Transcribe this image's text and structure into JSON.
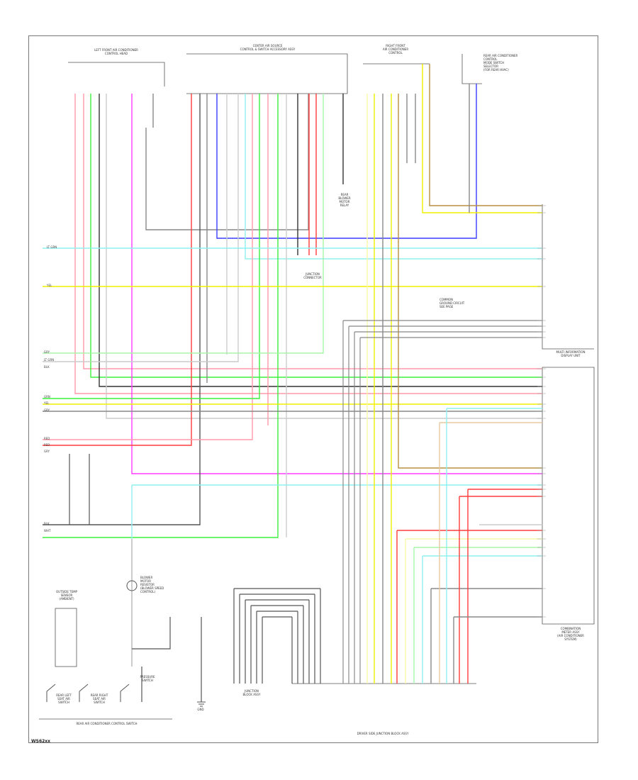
{
  "diagram": {
    "components": {
      "left_front_hvac": "LEFT FRONT AIR CONDITIONER\nCONTROL HEAD",
      "center_hvac": "CENTER AIR SOURCE\nCONTROL & SWITCH ACCESSORY ASSY",
      "right_front_hvac": "RIGHT FRONT\nAIR CONDITIONER\nCONTROL",
      "mode_motor": "REAR AIR CONDITIONER\nCONTROL\nMODE SWITCH\nSELECTOR\n(FOR REAR HVAC)",
      "blower_relay": "REAR\nBLOWER\nMOTOR\nRELAY",
      "splice": "JUNCTION\nCONNECTOR",
      "multi_display": "MULTI INFORMATION\nDISPLAY UNIT",
      "combination_meter": "COMBINATION\nMETER ASSY\n(AIR CONDITIONER\nSYSTEM)",
      "ambient_sensor": "OUTSIDE TEMP\nSENSOR\n(AMBIENT)",
      "blower_motor": "BLOWER\nMOTOR\nRESISTOR\n(BLOWER SPEED\nCONTROL)",
      "pressure_switch": "PRESSURE\nSWITCH",
      "rear_left_switch": "REAR LEFT\nSEAT AIR\nSWITCH",
      "rear_right_switch": "REAR RIGHT\nSEAT AIR\nSWITCH",
      "junction_block": "JUNCTION\nBLOCK ASSY",
      "rear_control": "REAR AIR CONDITIONER CONTROL SWITCH",
      "multiplex_unit": "DRIVER SIDE JUNCTION BLOCK ASSY",
      "ground": "GND",
      "ground_note": "COMMON\nGROUND CIRCUIT\nSEE PAGE"
    },
    "wire_labels": {
      "ltgrn_1": "LT GRN",
      "yel_1": "YEL",
      "gry_1": "GRY",
      "ltgrn_2": "LT GRN",
      "blk_1": "BLK",
      "grn_1": "GRN",
      "yel_2": "YEL",
      "gry_2": "GRY",
      "red_1": "RED",
      "red_2": "RED",
      "gry_3": "GRY",
      "blk_2": "BLK",
      "wht_1": "WHT"
    },
    "page_ref": "WS62xx"
  },
  "colors": {
    "red": "#ff3c3c",
    "pink": "#ff9aa8",
    "green": "#3cf03c",
    "ltgreen": "#a8f5a8",
    "yellow": "#f0f000",
    "ltyellow": "#f8f8a8",
    "cyan": "#8ff0f0",
    "blue": "#3c3cff",
    "magenta": "#ff3cff",
    "gray": "#9a9a9a",
    "black": "#333333",
    "brown": "#b89040",
    "tan": "#e8c8a0"
  }
}
